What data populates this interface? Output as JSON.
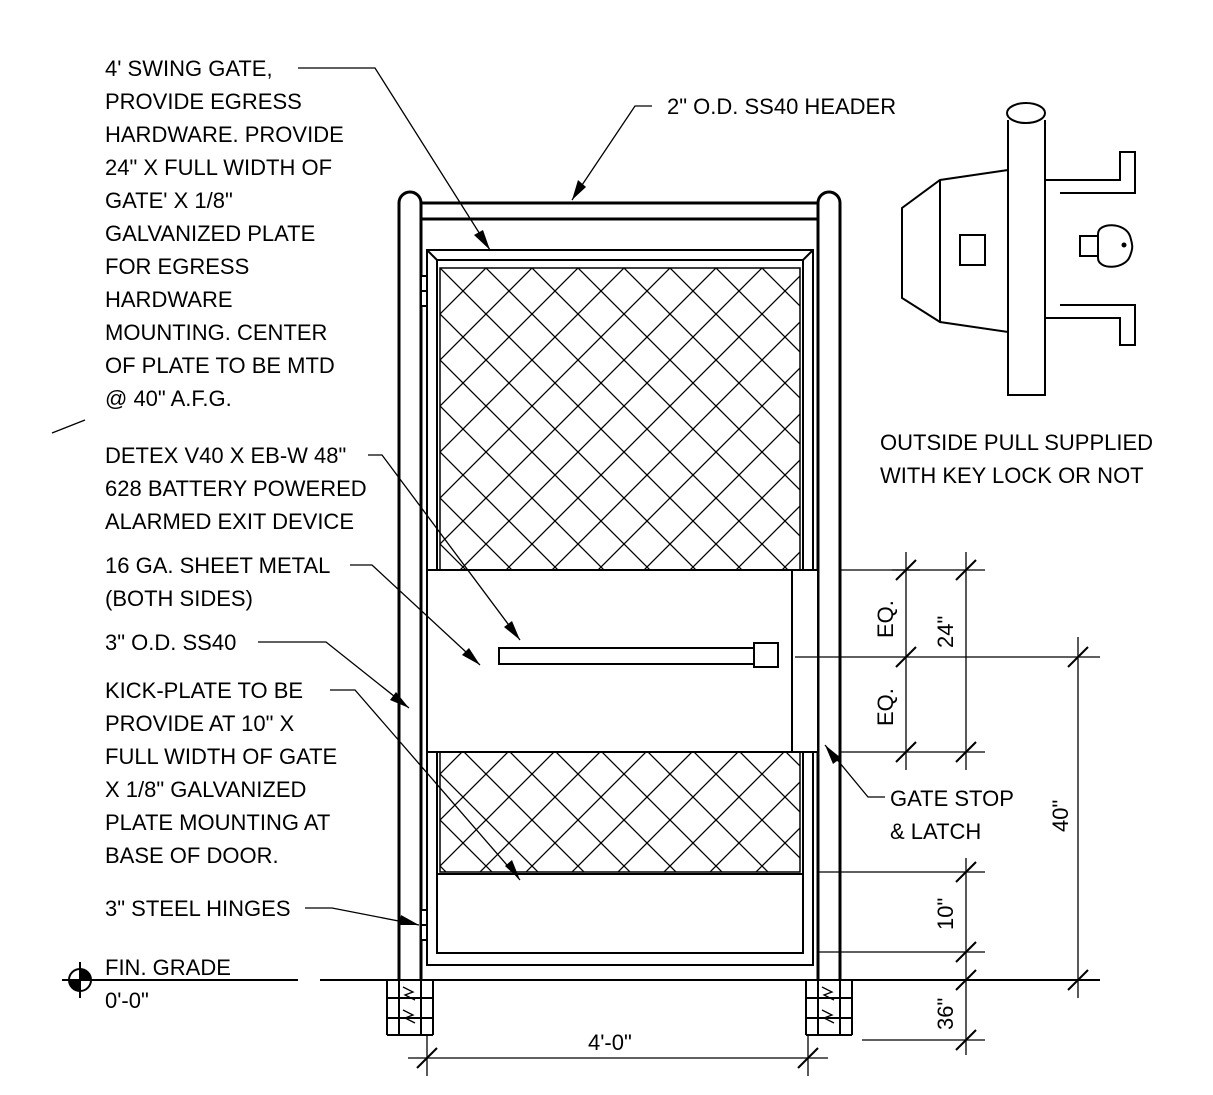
{
  "notes": {
    "swing_gate": [
      "4' SWING GATE,",
      "PROVIDE EGRESS",
      "HARDWARE. PROVIDE",
      "24\" X FULL WIDTH OF",
      "GATE' X 1/8\"",
      "GALVANIZED PLATE",
      "FOR EGRESS",
      "HARDWARE",
      "MOUNTING. CENTER",
      "OF PLATE TO BE MTD",
      "@ 40\" A.F.G."
    ],
    "detex": [
      "DETEX V40 X EB-W 48\"",
      "628 BATTERY POWERED",
      "ALARMED EXIT DEVICE"
    ],
    "sheet_metal": [
      "16 GA. SHEET METAL",
      "(BOTH SIDES)"
    ],
    "post": [
      "3\" O.D. SS40"
    ],
    "kick_plate": [
      "KICK-PLATE TO BE",
      "PROVIDE AT 10\" X",
      "FULL WIDTH OF GATE",
      "X 1/8\" GALVANIZED",
      "PLATE MOUNTING AT",
      "BASE OF DOOR."
    ],
    "hinges": [
      "3\" STEEL HINGES"
    ],
    "header": "2\" O.D. SS40 HEADER",
    "gate_stop": [
      "GATE STOP",
      "& LATCH"
    ],
    "outside_pull": [
      "OUTSIDE PULL SUPPLIED",
      "WITH KEY LOCK OR NOT"
    ],
    "grade": [
      "FIN. GRADE",
      "0'-0\""
    ]
  },
  "dimensions": {
    "eq_upper": "EQ.",
    "eq_lower": "EQ.",
    "d24": "24\"",
    "d40": "40\"",
    "d10": "10\"",
    "d36": "36\"",
    "width": "4'-0\""
  }
}
